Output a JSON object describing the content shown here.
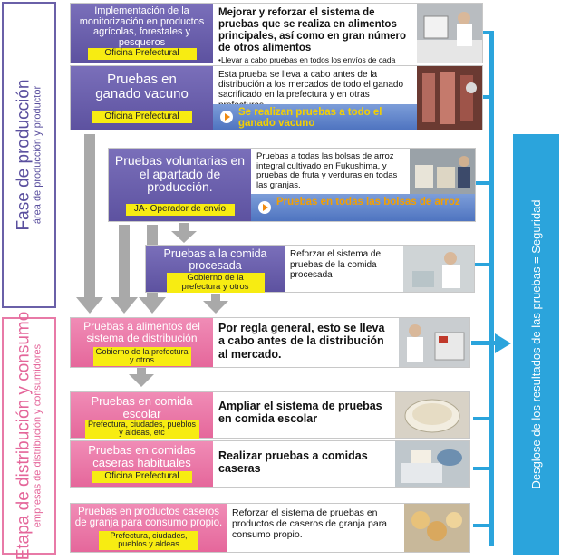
{
  "phases": {
    "production": {
      "title": "Fase de producción",
      "subtitle": "área de producción y productor"
    },
    "distribution": {
      "title": "Etapa de distribución y consumo",
      "subtitle": "empresas de distribución y consumidores"
    }
  },
  "right_column": "Desglose de los resultados de las pruebas = Seguridad",
  "rows": [
    {
      "title": "Implementación de la monitorización en productos agrícolas, forestales y pesqueros",
      "badge": "Oficina Prefectural",
      "text": "Mejorar y reforzar el sistema de pruebas que se realiza en alimentos principales, así como en gran número de otros alimentos",
      "note": "•Llevar a cabo pruebas en todos los envíos de cada municipio."
    },
    {
      "title": "Pruebas en ganado vacuno",
      "badge": "Oficina Prefectural",
      "text": "Esta prueba se lleva a cabo antes de la distribución a los mercados de todo el ganado sacrificado en la prefectura y en otras prefecturas",
      "banner": "Se realizan pruebas a todo el ganado vacuno"
    },
    {
      "title": "Pruebas voluntarias en el apartado de producción.",
      "badge": "JA· Operador de envío",
      "text": "Pruebas a todas las bolsas de arroz integral cultivado en Fukushima, y pruebas de fruta y verduras en todas las granjas.",
      "banner": "Pruebas en todas las bolsas de arroz"
    },
    {
      "title": "Pruebas a la comida procesada",
      "badge": "Gobierno de la prefectura y otros",
      "text": "Reforzar el sistema de pruebas de la comida procesada"
    },
    {
      "title": "Pruebas a alimentos del sistema de distribución",
      "badge": "Gobierno de la prefectura y otros",
      "text": "Por regla general, esto se lleva a cabo antes de la distribución al mercado."
    },
    {
      "title": "Pruebas en comida escolar",
      "badge": "Prefectura, ciudades, pueblos y aldeas, etc",
      "text": "Ampliar el sistema de pruebas en comida escolar"
    },
    {
      "title": "Pruebas en comidas caseras habituales",
      "badge": "Oficina Prefectural",
      "text": "Realizar pruebas a comidas caseras"
    },
    {
      "title": "Pruebas en productos caseros de granja para consumo propio.",
      "badge": "Prefectura, ciudades, pueblos y aldeas",
      "text": "Reforzar el sistema de pruebas en productos de caseros de granja para consumo propio."
    }
  ]
}
